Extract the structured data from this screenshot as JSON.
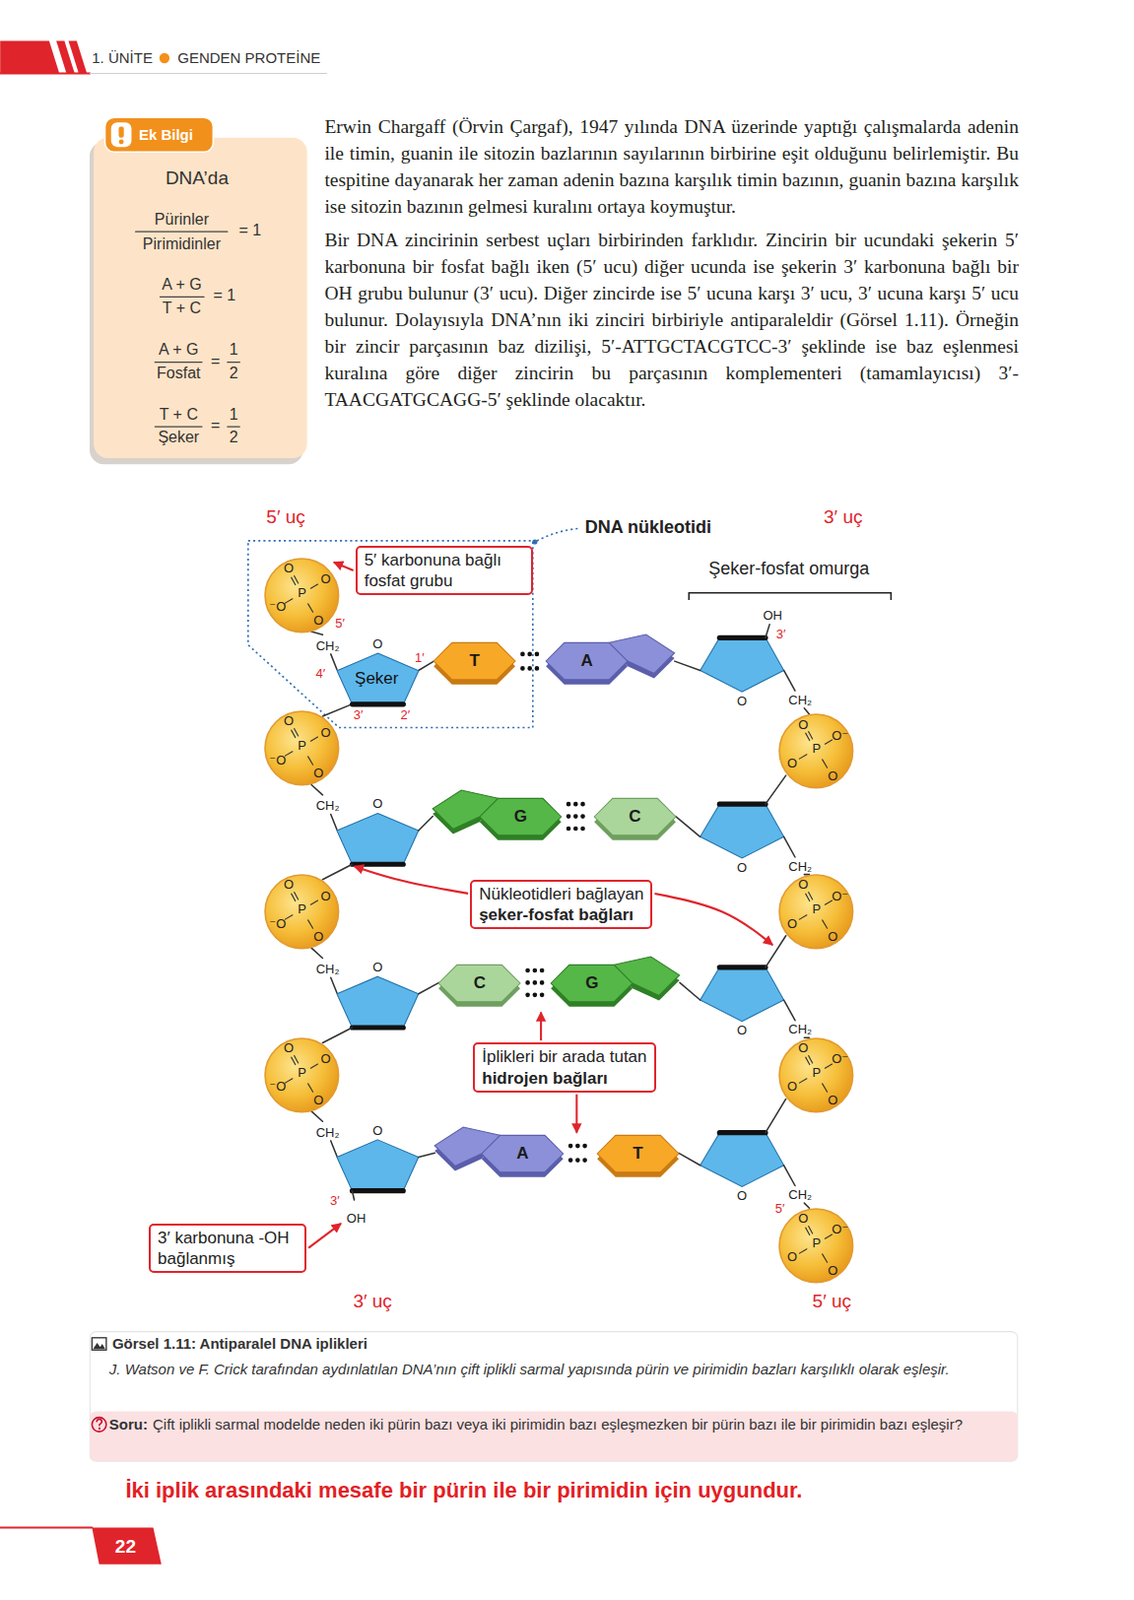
{
  "diagram": {
    "caption": "Görsel 1.11: Antiparalel DNA iplikleri",
    "nodes": [
      {
        "text": [
          "Ek Bilgi",
          "DNA’da"
        ]
      },
      {
        "text": [
          "5′ karbonuna bağlı fosfat grubu"
        ]
      },
      {
        "text": [
          "Şeker"
        ]
      },
      {
        "text": [
          "T"
        ]
      },
      {
        "text": [
          "A"
        ]
      },
      {
        "text": [
          "G"
        ]
      },
      {
        "text": [
          "C"
        ]
      },
      {
        "text": [
          "C"
        ]
      },
      {
        "text": [
          "G"
        ]
      },
      {
        "text": [
          "A"
        ]
      },
      {
        "text": [
          "T"
        ]
      },
      {
        "text": [
          "O",
          "O",
          "P",
          "⁻O",
          "O"
        ]
      },
      {
        "text": [
          "O",
          "O",
          "P",
          "⁻O",
          "O"
        ]
      },
      {
        "text": [
          "O",
          "O",
          "P",
          "⁻O",
          "O"
        ]
      },
      {
        "text": [
          "O",
          "O",
          "P",
          "⁻O",
          "O"
        ]
      },
      {
        "text": [
          "O",
          "O⁻",
          "P",
          "O",
          "O"
        ]
      },
      {
        "text": [
          "O",
          "O⁻",
          "P",
          "O",
          "O"
        ]
      },
      {
        "text": [
          "O",
          "O⁻",
          "P",
          "O",
          "O"
        ]
      },
      {
        "text": [
          "O",
          "O⁻",
          "P",
          "O",
          "O"
        ]
      },
      {
        "text": [
          "Nükleotidleri bağlayan",
          "şeker-fosfat bağları"
        ]
      },
      {
        "text": [
          "İplikleri bir arada tutan",
          "hidrojen bağları"
        ]
      },
      {
        "text": [
          "3′ karbonuna -OH bağlanmış"
        ]
      }
    ],
    "edges": [
      {
        "from": 3,
        "to": 4,
        "arrow": "none"
      },
      {
        "from": 5,
        "to": 6,
        "arrow": "none"
      },
      {
        "from": 7,
        "to": 8,
        "arrow": "none"
      },
      {
        "from": 9,
        "to": 10,
        "arrow": "none"
      }
    ],
    "labels": [
      "1. ÜNİTE",
      "GENDEN PROTEİNE",
      "Pürinler",
      "Pirimidinler",
      "= 1",
      "A + G",
      "T + C",
      "= 1",
      "A + G",
      "Fosfat",
      "=",
      "1",
      "2",
      "T + C",
      "Şeker",
      "=",
      "1",
      "2",
      "Erwin Chargaff (Örvin Çargaf), 1947 yılında DNA üzerinde yaptığı çalışmalarda adenin ile timin, guanin ile sitozin bazlarının sayılarının birbirine eşit olduğunu belirlemiştir. Bu tespitine dayanarak her zaman adenin bazına karşılık timin bazının, guanin bazına karşılık ise sitozin bazının gelmesi kuralını ortaya koymuştur.",
      "Bir DNA zincirinin serbest uçları birbirinden farklıdır. Zincirin bir ucundaki şekerin 5′ karbonuna bir fosfat bağlı iken (5′ ucu) diğer ucunda ise şekerin 3′ karbonuna bağlı bir OH grubu bulunur (3′ ucu). Diğer zincirde ise 5′ ucuna karşı 3′ ucu, 3′ ucuna karşı 5′ ucu bulunur. Dolayısıyla DNA’nın iki zinciri birbiriyle antiparaleldir (Görsel 1.11). Örneğin bir zincir parçasının baz dizilişi, 5′-ATTGCTACGTCC-3′ şeklinde ise baz eşlenmesi kuralına göre diğer zincirin bu parçasının komplementeri (tamamlayıcısı) 3′-TAACGATGCAGG-5′ şeklinde olacaktır.",
      "5′ uç",
      "3′ uç",
      "DNA nükleotidi",
      "Şeker-fosfat omurga",
      "CH₂",
      "O",
      "O",
      "CH₂",
      "CH₂",
      "O",
      "O",
      "CH₂",
      "CH₂",
      "O",
      "O",
      "CH₂",
      "CH₂",
      "O",
      "O",
      "CH₂",
      "5′",
      "1′",
      "4′",
      "3′",
      "2′",
      "OH",
      "3′",
      "3′",
      "OH",
      "5′",
      "3′ uç",
      "5′ uç",
      "J. Watson ve F. Crick tarafından aydınlatılan DNA’nın çift iplikli sarmal yapısında pürin ve pirimidin bazları karşılıklı olarak eşleşir.",
      "Soru:",
      "Çift iplikli sarmal modelde neden iki pürin bazı veya iki pirimidin bazı eşleşmezken bir pürin bazı ile bir pirimidin bazı eşleşir?",
      "İki iplik arasındaki mesafe bir pürin ile bir pirimidin için uygundur.",
      "22"
    ]
  }
}
